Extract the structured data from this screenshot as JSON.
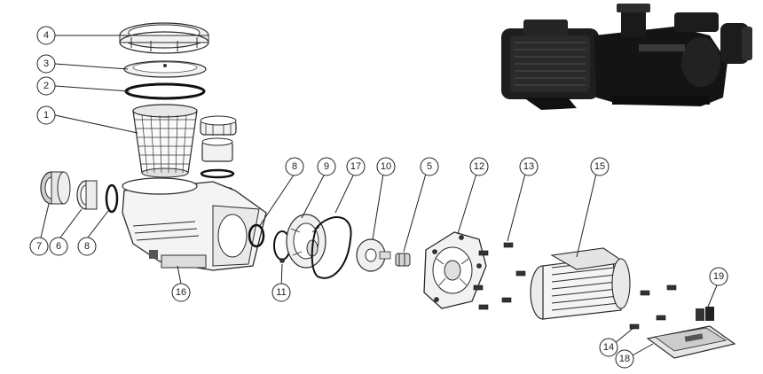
{
  "diagram": {
    "photo_label": "pump-assembly-photo",
    "callouts": {
      "c1": "1",
      "c2": "2",
      "c3": "3",
      "c4": "4",
      "c5": "5",
      "c6": "6",
      "c7": "7",
      "c8a": "8",
      "c8b": "8",
      "c9": "9",
      "c10": "10",
      "c11": "11",
      "c12": "12",
      "c13": "13",
      "c14": "14",
      "c15": "15",
      "c16": "16",
      "c17": "17",
      "c18": "18",
      "c19": "19"
    }
  }
}
